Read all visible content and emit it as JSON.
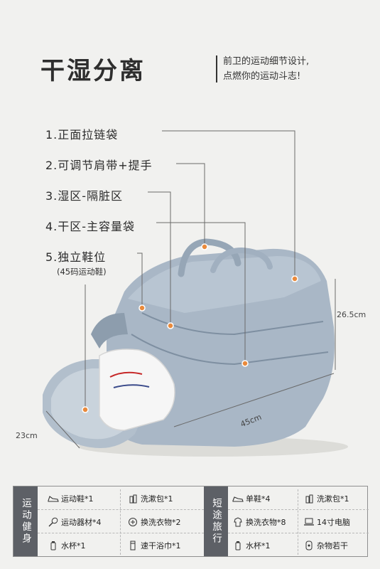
{
  "header": {
    "title": "干湿分离",
    "tagline_line1": "前卫的运动细节设计,",
    "tagline_line2": "点燃你的运动斗志!"
  },
  "features": [
    {
      "label": "1.正面拉链袋"
    },
    {
      "label": "2.可调节肩带+提手"
    },
    {
      "label": "3.湿区-隔脏区"
    },
    {
      "label": "4.干区-主容量袋"
    },
    {
      "label": "5.独立鞋位",
      "note": "(45码运动鞋)"
    }
  ],
  "dimensions": {
    "height": "26.5cm",
    "length": "45cm",
    "width": "23cm"
  },
  "colors": {
    "bag": "#a9b7c6",
    "accent_dot": "#e98a3c",
    "category_bg": "#5d6066"
  },
  "packing": {
    "sport": {
      "category": "运动健身",
      "items": [
        {
          "icon": "shoe-icon",
          "label": "运动鞋*1"
        },
        {
          "icon": "toiletry-bag-icon",
          "label": "洗漱包*1"
        },
        {
          "icon": "racket-icon",
          "label": "运动器材*4"
        },
        {
          "icon": "clothes-icon",
          "label": "换洗衣物*2"
        },
        {
          "icon": "bottle-icon",
          "label": "水杯*1"
        },
        {
          "icon": "towel-icon",
          "label": "速干浴巾*1"
        }
      ]
    },
    "travel": {
      "category": "短途旅行",
      "items": [
        {
          "icon": "shoe-icon",
          "label": "单鞋*4"
        },
        {
          "icon": "toiletry-bag-icon",
          "label": "洗漱包*1"
        },
        {
          "icon": "clothes-icon",
          "label": "换洗衣物*8"
        },
        {
          "icon": "laptop-icon",
          "label": "14寸电脑"
        },
        {
          "icon": "bottle-icon",
          "label": "水杯*1"
        },
        {
          "icon": "misc-icon",
          "label": "杂物若干"
        }
      ]
    }
  }
}
